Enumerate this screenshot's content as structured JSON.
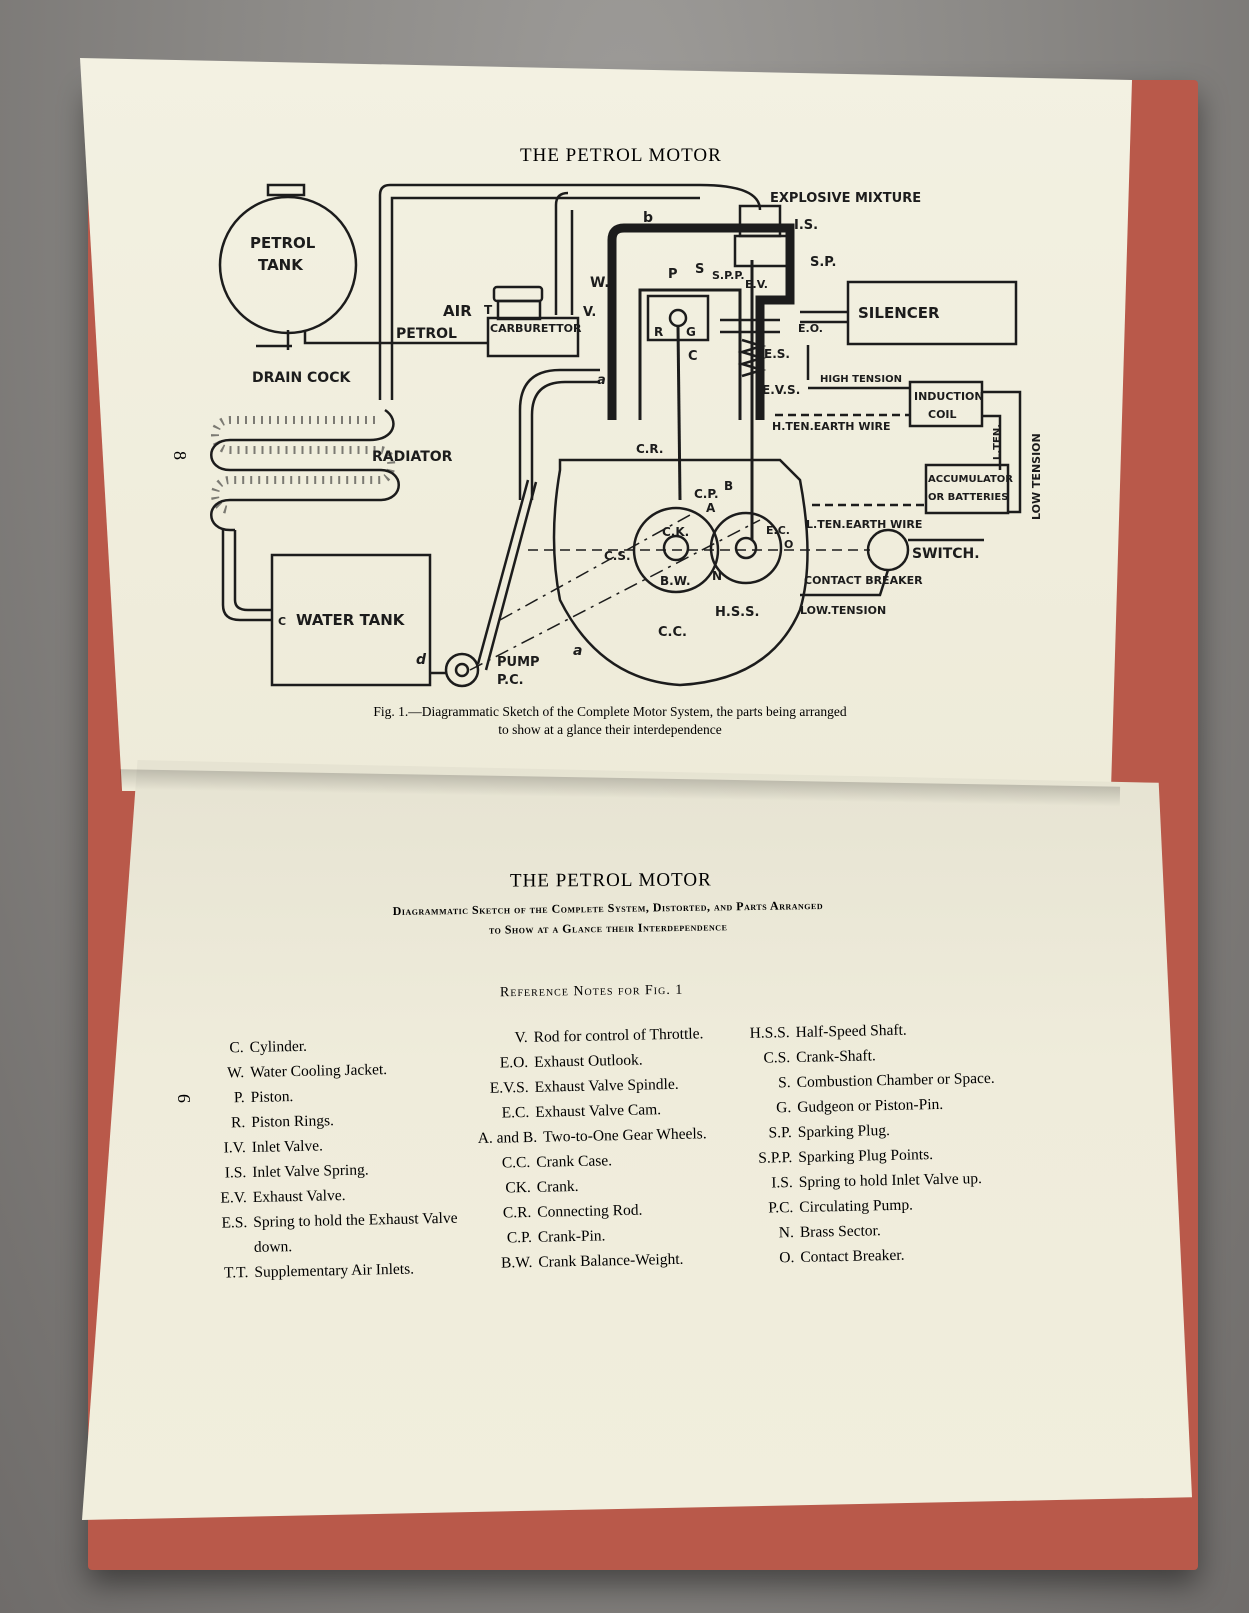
{
  "top_page": {
    "running_head": "THE PETROL MOTOR",
    "page_number": "8",
    "caption_line1": "Fig. 1.—Diagrammatic Sketch of the Complete Motor System, the parts being arranged",
    "caption_line2": "to show at a glance their interdependence"
  },
  "diagram_labels": {
    "petrol_tank": "PETROL",
    "petrol_tank_2": "TANK",
    "drain_cock": "DRAIN COCK",
    "radiator": "RADIATOR",
    "water_tank": "WATER TANK",
    "water_tank_c": "C",
    "pump": "PUMP",
    "pc": "P.C.",
    "a_lower": "a",
    "a_upper": "a",
    "b": "b",
    "air": "AIR",
    "tt": "T",
    "petrol": "PETROL",
    "carburettor": "CARBURETTOR",
    "v": "V.",
    "w": "W.",
    "p": "P",
    "s": "S",
    "spp": "S.P.P.",
    "ev": "E.V.",
    "sp": "S.P.",
    "is": "I.S.",
    "explosive_mixture": "EXPLOSIVE MIXTURE",
    "silencer": "SILENCER",
    "eo": "E.O.",
    "es": "E.S.",
    "evs": "E.V.S.",
    "r": "R",
    "g": "G",
    "c": "C",
    "cr": "C.R.",
    "cp": "C.P.",
    "ck": "C.K.",
    "cs": "C.S.",
    "bw": "B.W.",
    "a_gear": "A",
    "b_gear": "B",
    "n": "N",
    "ec": "E.C.",
    "o": "O",
    "hss": "H.S.S.",
    "cc": "C.C.",
    "high_tension": "HIGH TENSION",
    "induction_coil": "INDUCTION",
    "induction_coil_2": "COIL",
    "h_ten_earth": "H.TEN.EARTH WIRE",
    "l_ten": "L.TEN.",
    "low_tension_side": "LOW TENSION",
    "accumulator": "ACCUMULATOR",
    "accumulator_2": "OR BATTERIES",
    "l_ten_earth": "L.TEN.EARTH WIRE",
    "switch": "SWITCH.",
    "contact_breaker": "CONTACT BREAKER",
    "low_tension": "LOW.TENSION",
    "d": "d"
  },
  "bottom_page": {
    "running_head": "THE PETROL MOTOR",
    "page_number": "9",
    "subtitle_line1": "Diagrammatic Sketch of the Complete System, Distorted, and Parts Arranged",
    "subtitle_line2": "to Show at a Glance their Interdependence",
    "notes_heading": "Reference Notes for Fig. 1",
    "col1": [
      {
        "abbr": "C.",
        "def": "Cylinder."
      },
      {
        "abbr": "W.",
        "def": "Water Cooling Jacket."
      },
      {
        "abbr": "P.",
        "def": "Piston."
      },
      {
        "abbr": "R.",
        "def": "Piston Rings."
      },
      {
        "abbr": "I.V.",
        "def": "Inlet Valve."
      },
      {
        "abbr": "I.S.",
        "def": "Inlet Valve Spring."
      },
      {
        "abbr": "E.V.",
        "def": "Exhaust Valve."
      },
      {
        "abbr": "E.S.",
        "def": "Spring to hold the Exhaust Valve down."
      },
      {
        "abbr": "T.T.",
        "def": "Supplementary Air Inlets."
      }
    ],
    "col2": [
      {
        "abbr": "V.",
        "def": "Rod for control of Throttle."
      },
      {
        "abbr": "E.O.",
        "def": "Exhaust Outlook."
      },
      {
        "abbr": "E.V.S.",
        "def": "Exhaust Valve Spindle."
      },
      {
        "abbr": "E.C.",
        "def": "Exhaust Valve Cam."
      },
      {
        "abbr": "A. and B.",
        "def": "Two-to-One Gear Wheels."
      },
      {
        "abbr": "C.C.",
        "def": "Crank Case."
      },
      {
        "abbr": "CK.",
        "def": "Crank."
      },
      {
        "abbr": "C.R.",
        "def": "Connecting Rod."
      },
      {
        "abbr": "C.P.",
        "def": "Crank-Pin."
      },
      {
        "abbr": "B.W.",
        "def": "Crank Balance-Weight."
      }
    ],
    "col3": [
      {
        "abbr": "H.S.S.",
        "def": "Half-Speed Shaft."
      },
      {
        "abbr": "C.S.",
        "def": "Crank-Shaft."
      },
      {
        "abbr": "S.",
        "def": "Combustion Chamber or Space."
      },
      {
        "abbr": "G.",
        "def": "Gudgeon or Piston-Pin."
      },
      {
        "abbr": "S.P.",
        "def": "Sparking Plug."
      },
      {
        "abbr": "S.P.P.",
        "def": "Sparking Plug Points."
      },
      {
        "abbr": "I.S.",
        "def": "Spring to hold Inlet Valve up."
      },
      {
        "abbr": "P.C.",
        "def": "Circulating Pump."
      },
      {
        "abbr": "N.",
        "def": "Brass Sector."
      },
      {
        "abbr": "O.",
        "def": "Contact Breaker."
      }
    ]
  }
}
